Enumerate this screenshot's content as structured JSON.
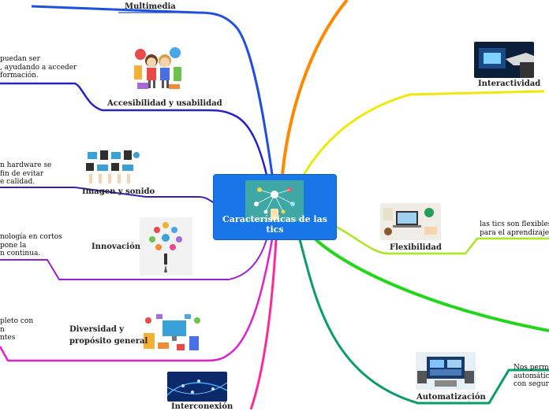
{
  "central": {
    "title": "Características de las tics"
  },
  "nodes": {
    "multimedia": {
      "label": "Multimedia"
    },
    "accesibilidad": {
      "label": "Accesibilidad y usabilidad",
      "text": [
        "puedan ser",
        ", ayudando a acceder",
        "formación."
      ]
    },
    "imagen": {
      "label": "Imagen y sonido",
      "text": [
        "n hardware se",
        "fin de evitar",
        "e calidad."
      ]
    },
    "innovacion": {
      "label": "Innovación",
      "text": [
        "nología en cortos",
        "pone la",
        "n continua."
      ]
    },
    "diversidad": {
      "label": [
        "Diversidad y",
        "propósito general"
      ],
      "text": [
        "pleto con",
        "n",
        "ntes"
      ]
    },
    "interconexion": {
      "label": "Interconexión"
    },
    "interactividad": {
      "label": "Interactividad"
    },
    "flexibilidad": {
      "label": "Flexibilidad",
      "text": [
        "las tics son flexibles e",
        "para el aprendizaje."
      ]
    },
    "automatizacion": {
      "label": "Automatización",
      "text": [
        "Nos permit",
        "automática",
        "con segurid"
      ]
    }
  },
  "colors": {
    "multimedia": "#1f4fe0",
    "accesibilidad": "#2323c8",
    "imagen": "#3a1fb0",
    "innovacion": "#9b1fd0",
    "diversidad": "#e01fd0",
    "interconexion": "#ff2a9a",
    "orange": "#ff8800",
    "yellow": "#f0e80a",
    "lime": "#a6e81a",
    "green": "#22d61a",
    "teal": "#0a9c6a",
    "central": "#1976e8"
  }
}
